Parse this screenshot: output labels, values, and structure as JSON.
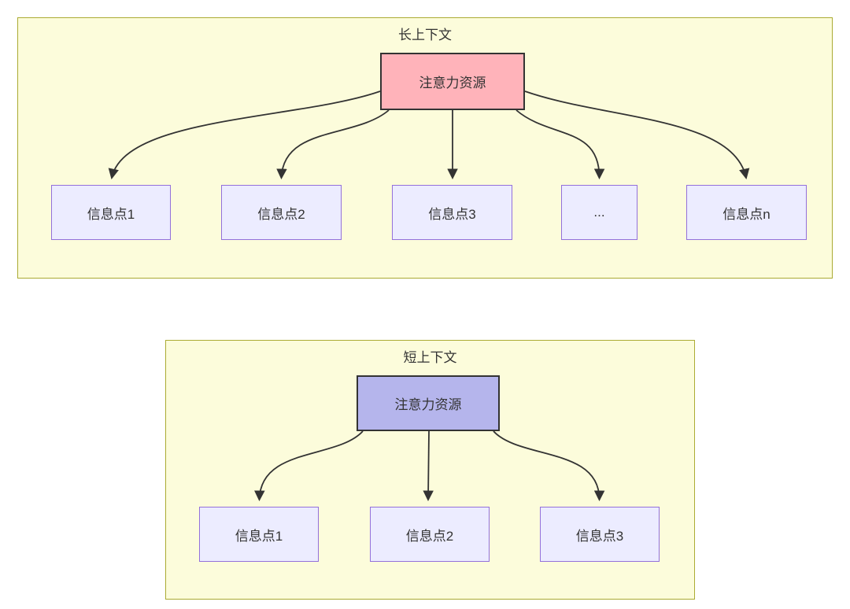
{
  "colors": {
    "panel_fill": "#fcfcdb",
    "panel_border": "#abab33",
    "node_fill": "#ececff",
    "node_border": "#9370db",
    "attention_long_fill": "#ffb3ba",
    "attention_short_fill": "#b5b5ec",
    "attention_border": "#333333",
    "edge": "#333333",
    "text": "#333333"
  },
  "panels": {
    "long": {
      "title": "长上下文",
      "attention": {
        "label": "注意力资源"
      },
      "nodes": [
        {
          "label": "信息点1"
        },
        {
          "label": "信息点2"
        },
        {
          "label": "信息点3"
        },
        {
          "label": "..."
        },
        {
          "label": "信息点n"
        }
      ]
    },
    "short": {
      "title": "短上下文",
      "attention": {
        "label": "注意力资源"
      },
      "nodes": [
        {
          "label": "信息点1"
        },
        {
          "label": "信息点2"
        },
        {
          "label": "信息点3"
        }
      ]
    }
  }
}
